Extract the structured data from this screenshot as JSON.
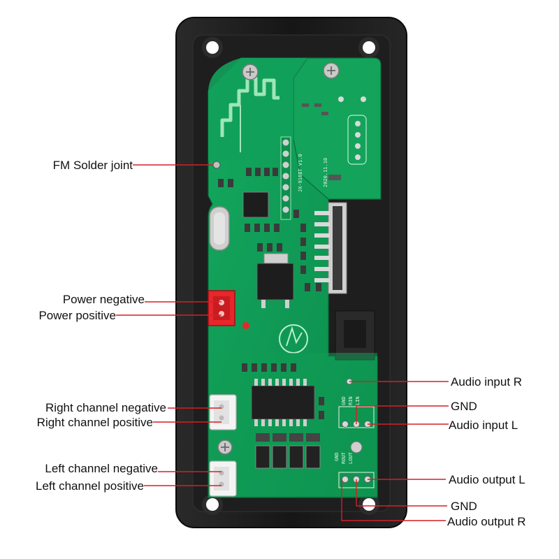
{
  "labels": {
    "fm_solder_joint": "FM Solder joint",
    "power_negative": "Power negative",
    "power_positive": "Power positive",
    "right_channel_negative": "Right channel negative",
    "right_channel_positive": "Right channel positive",
    "left_channel_negative": "Left channel negative",
    "left_channel_positive": "Left channel positive",
    "audio_input_r": "Audio input R",
    "gnd_input": "GND",
    "audio_input_l": "Audio input L",
    "audio_output_l": "Audio output L",
    "gnd_output": "GND",
    "audio_output_r": "Audio output R"
  },
  "board_text": {
    "model": "JX-916BT V1.0",
    "date": "2020.11.10",
    "pin_gnd": "GND",
    "pin_rin": "RIN",
    "pin_lin": "LIN",
    "pin_rout": "ROUT",
    "pin_lout": "LOUT"
  },
  "colors": {
    "leader_line": "#d61f26",
    "pcb_green": "#0f9a55",
    "frame": "#1b1b1b",
    "connector": "#e8262b"
  }
}
